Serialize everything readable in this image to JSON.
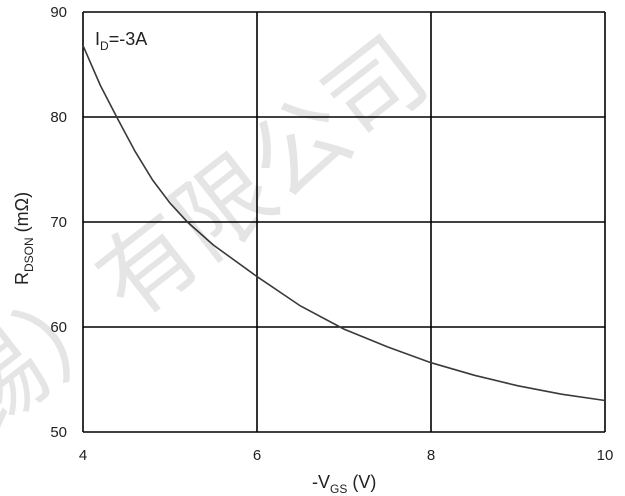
{
  "chart_data": {
    "type": "line",
    "x_axis": {
      "min": 4,
      "max": 10,
      "ticks": [
        4,
        6,
        8,
        10
      ]
    },
    "y_axis": {
      "min": 50,
      "max": 90,
      "ticks": [
        50,
        60,
        70,
        80,
        90
      ]
    },
    "grid": true,
    "xlabel": {
      "prefix": "-V",
      "sub": "GS",
      "suffix": " (V)"
    },
    "ylabel": {
      "prefix": "R",
      "sub": "DSON",
      "suffix": " (mΩ)"
    },
    "annotation": {
      "prefix": "I",
      "sub": "D",
      "suffix": "=-3A"
    },
    "series": [
      {
        "x": [
          4.0,
          4.2,
          4.4,
          4.6,
          4.8,
          5.0,
          5.2,
          5.5,
          6.0,
          6.5,
          7.0,
          7.5,
          8.0,
          8.5,
          9.0,
          9.5,
          10.0
        ],
        "y": [
          86.8,
          83.0,
          79.8,
          76.7,
          74.0,
          71.8,
          70.0,
          67.8,
          64.8,
          62.0,
          59.8,
          58.1,
          56.6,
          55.4,
          54.4,
          53.6,
          53.0
        ],
        "color": "#3a3a3a"
      }
    ],
    "watermark": "锡）有限公司"
  }
}
